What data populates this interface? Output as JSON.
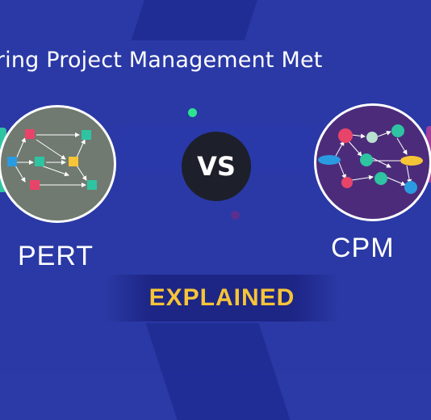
{
  "banner": {
    "title": "ering Project Management Met",
    "vs": "VS",
    "left_label": "PERT",
    "right_label": "CPM",
    "subtitle": "EXPLAINED"
  },
  "colors": {
    "background": "#2a39a5",
    "pert_circle": "#707a70",
    "cpm_circle": "#4c2c7a",
    "accent_yellow": "#f6c437",
    "vs_circle": "#1d1f2a"
  },
  "icons": {
    "pert": "pert-network-diagram-icon",
    "cpm": "cpm-network-diagram-icon"
  }
}
